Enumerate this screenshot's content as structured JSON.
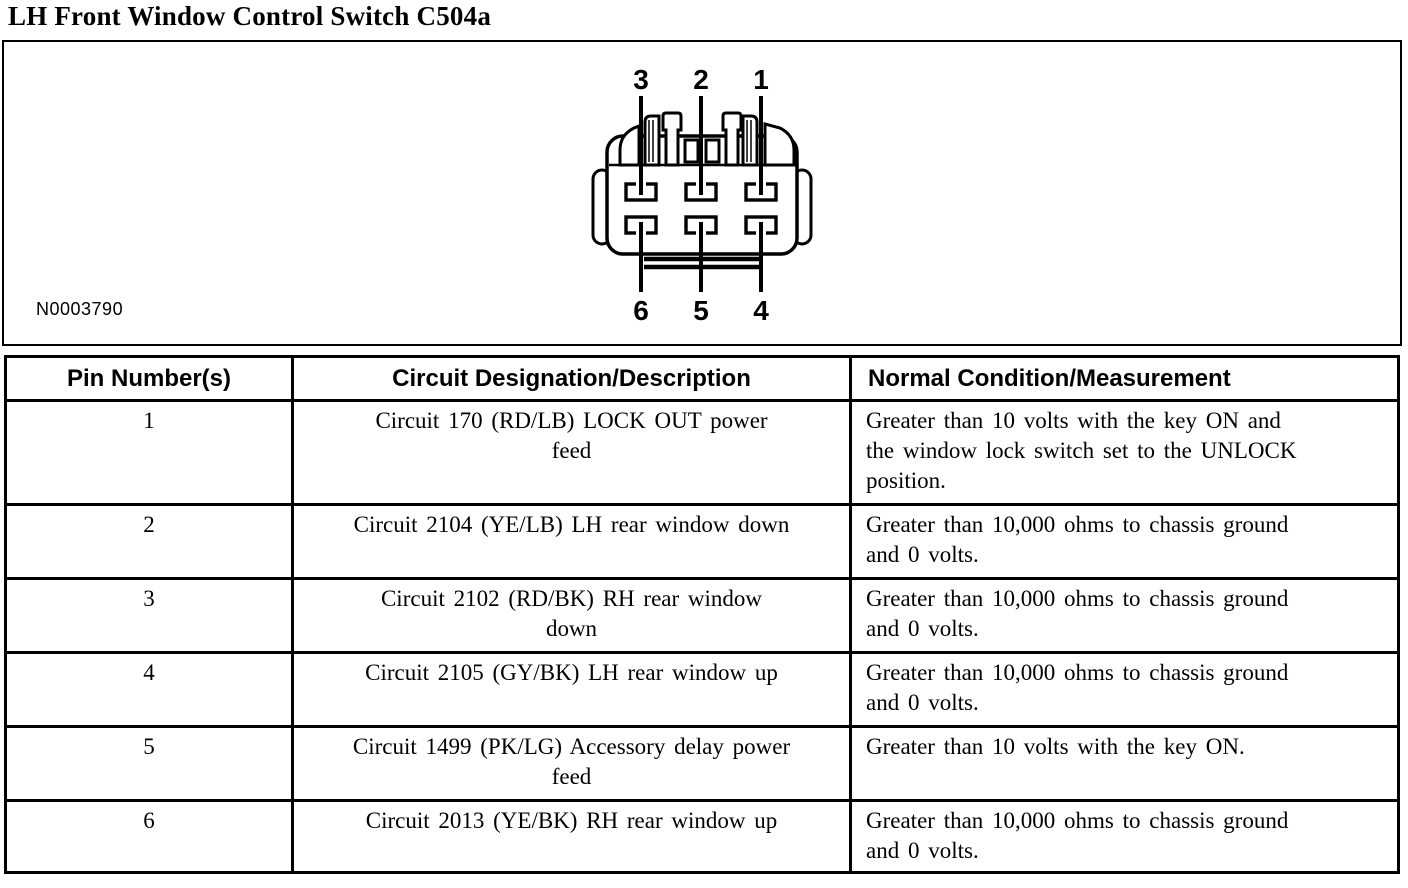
{
  "page": {
    "title": "LH Front Window Control Switch C504a",
    "figure_label": "N0003790"
  },
  "connector": {
    "top_pin_labels": [
      "3",
      "2",
      "1"
    ],
    "bottom_pin_labels": [
      "6",
      "5",
      "4"
    ]
  },
  "table": {
    "headers": [
      "Pin Number(s)",
      "Circuit Designation/Description",
      "Normal Condition/Measurement"
    ],
    "rows": [
      {
        "pin": "1",
        "circuit": "Circuit 170 (RD/LB) LOCK OUT power\nfeed",
        "condition": "Greater than 10 volts with the key ON and\nthe window lock switch set to the UNLOCK\nposition."
      },
      {
        "pin": "2",
        "circuit": "Circuit 2104 (YE/LB) LH rear window down",
        "condition": "Greater than 10,000 ohms to chassis ground\nand 0 volts."
      },
      {
        "pin": "3",
        "circuit": "Circuit 2102 (RD/BK) RH rear window\ndown",
        "condition": "Greater than 10,000 ohms to chassis ground\nand 0 volts."
      },
      {
        "pin": "4",
        "circuit": "Circuit 2105 (GY/BK) LH rear window up",
        "condition": "Greater than 10,000 ohms to chassis ground\nand 0 volts."
      },
      {
        "pin": "5",
        "circuit": "Circuit 1499 (PK/LG) Accessory delay power\nfeed",
        "condition": "Greater than 10 volts with the key ON."
      },
      {
        "pin": "6",
        "circuit": "Circuit 2013 (YE/BK) RH rear window up",
        "condition": "Greater than 10,000 ohms to chassis ground\nand 0 volts."
      }
    ]
  },
  "colors": {
    "ink": "#000000",
    "paper": "#ffffff"
  }
}
